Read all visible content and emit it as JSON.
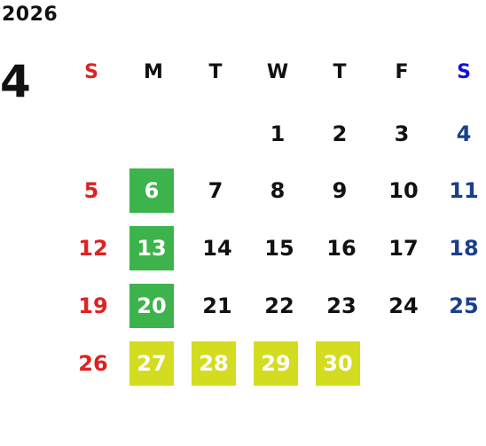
{
  "year": "2026",
  "month": "4",
  "weekdays": [
    "S",
    "M",
    "T",
    "W",
    "T",
    "F",
    "S"
  ],
  "weeks": [
    [
      "",
      "",
      "",
      "1",
      "2",
      "3",
      "4"
    ],
    [
      "5",
      "6",
      "7",
      "8",
      "9",
      "10",
      "11"
    ],
    [
      "12",
      "13",
      "14",
      "15",
      "16",
      "17",
      "18"
    ],
    [
      "19",
      "20",
      "21",
      "22",
      "23",
      "24",
      "25"
    ],
    [
      "26",
      "27",
      "28",
      "29",
      "30",
      "",
      ""
    ]
  ],
  "highlights": {
    "green": [
      "6",
      "13",
      "20"
    ],
    "yellow": [
      "27",
      "28",
      "29",
      "30"
    ]
  },
  "colors": {
    "sunday": "#dd2222",
    "saturday_header": "#1111dd",
    "saturday": "#1a3f8c",
    "green_highlight": "#3cb44b",
    "yellow_highlight": "#d4dc20"
  }
}
